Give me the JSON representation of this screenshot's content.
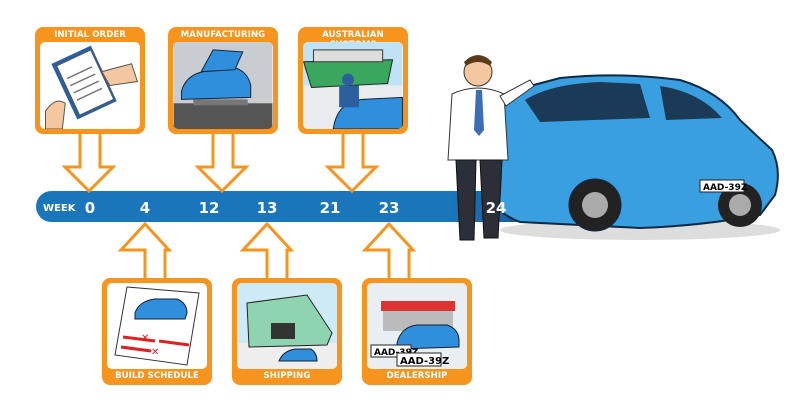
{
  "timeline": {
    "week_label": "WEEK",
    "weeks": [
      "0",
      "4",
      "12",
      "13",
      "21",
      "23",
      "24"
    ]
  },
  "stages_top": [
    {
      "label": "INITIAL ORDER",
      "week": "0"
    },
    {
      "label": "MANUFACTURING",
      "week": "12"
    },
    {
      "label": "AUSTRALIAN CUSTOMS",
      "week": "21"
    }
  ],
  "stages_bottom": [
    {
      "label": "BUILD SCHEDULE",
      "week": "4"
    },
    {
      "label": "SHIPPING",
      "week": "13"
    },
    {
      "label": "DEALERSHIP",
      "week": "23"
    }
  ],
  "plate_text": "AAD-39Z",
  "colors": {
    "accent": "#f7941d",
    "bar": "#1a75bb",
    "car": "#3a9fe0"
  }
}
